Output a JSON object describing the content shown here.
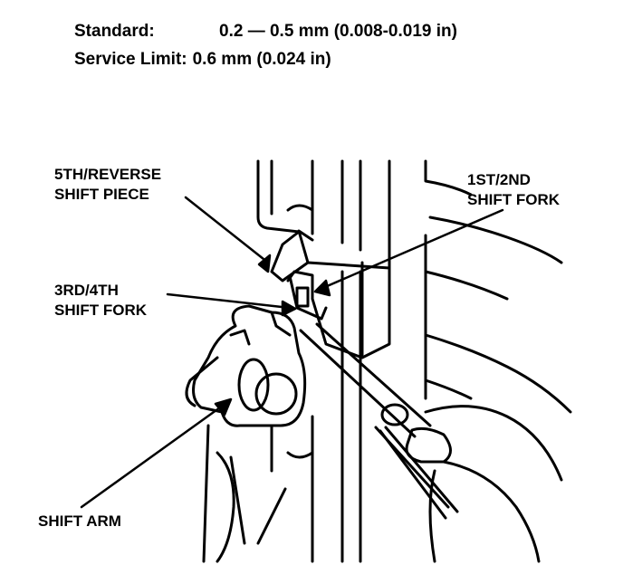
{
  "specs": {
    "standard_label": "Standard:",
    "standard_value": "0.2 — 0.5 mm (0.008-0.019 in)",
    "limit_label": "Service Limit:",
    "limit_value": "0.6 mm (0.024 in)"
  },
  "callouts": {
    "reverse_piece": "5TH/REVERSE\nSHIFT PIECE",
    "fork_1_2": "1ST/2ND\nSHIFT FORK",
    "fork_3_4": "3RD/4TH\nSHIFT FORK",
    "shift_arm": "SHIFT ARM"
  }
}
